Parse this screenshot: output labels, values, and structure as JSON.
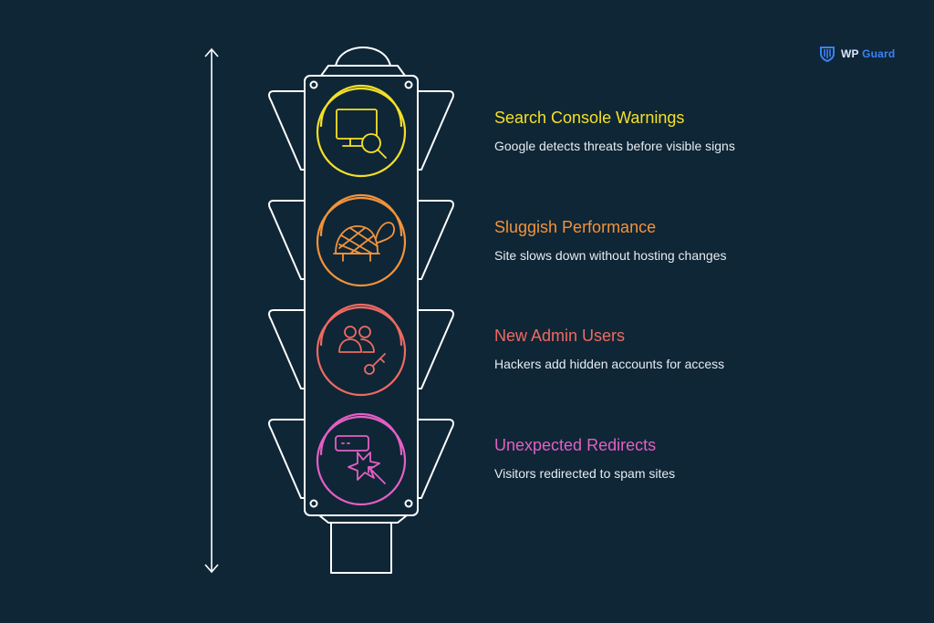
{
  "brand": {
    "logo_word1": "WP",
    "logo_word2": "Guard",
    "logo_color": "#3b82f6"
  },
  "colors": {
    "background": "#0f2636",
    "outline": "#ffffff",
    "level1": "#f5e027",
    "level2": "#f2933b",
    "level3": "#ef6a62",
    "level4": "#e45fc4"
  },
  "levels": [
    {
      "title": "Search Console Warnings",
      "description": "Google detects threats before visible signs",
      "icon": "monitor-search-icon",
      "color": "#f5e027"
    },
    {
      "title": "Sluggish Performance",
      "description": "Site slows down without hosting changes",
      "icon": "turtle-icon",
      "color": "#f2933b"
    },
    {
      "title": "New Admin Users",
      "description": "Hackers add hidden accounts for access",
      "icon": "users-key-icon",
      "color": "#ef6a62"
    },
    {
      "title": "Unexpected Redirects",
      "description": "Visitors redirected to spam sites",
      "icon": "click-redirect-icon",
      "color": "#e45fc4"
    }
  ]
}
